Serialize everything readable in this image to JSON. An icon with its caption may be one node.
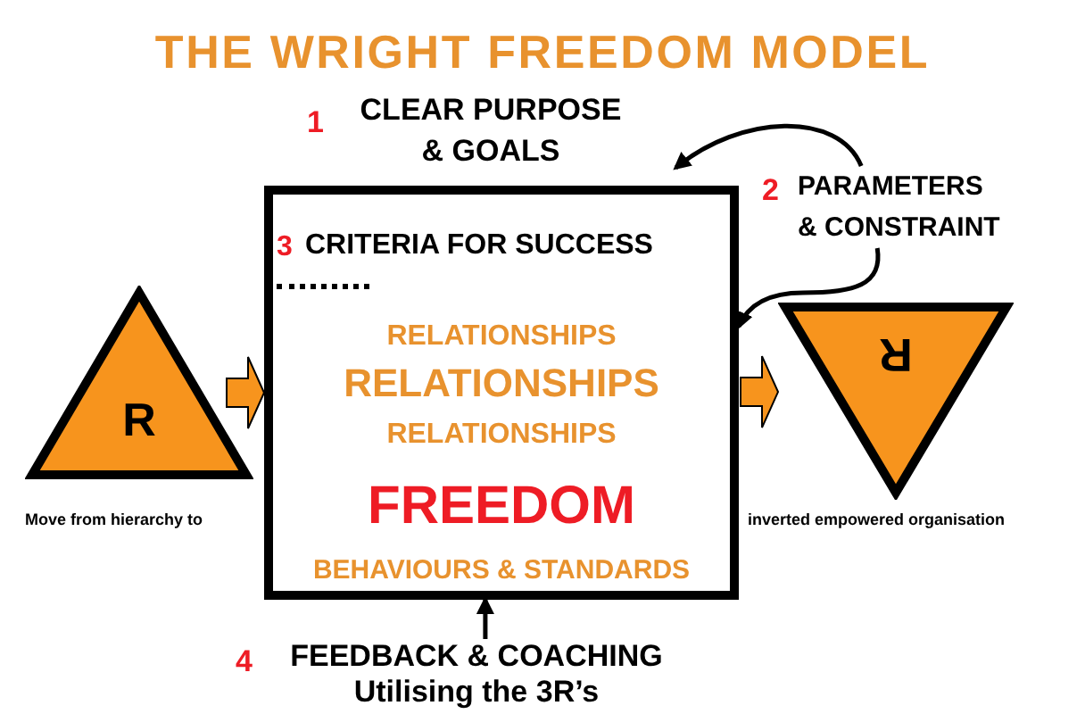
{
  "diagram": {
    "title": "THE WRIGHT FREEDOM MODEL",
    "nodes": [
      {
        "text": [
          "1",
          "CLEAR PURPOSE & GOALS"
        ]
      },
      {
        "text": [
          "2",
          "PARAMETERS & CONSTRAINT"
        ]
      },
      {
        "text": [
          "3",
          "CRITERIA FOR SUCCESS",
          "RELATIONSHIPS",
          "RELATIONSHIPS",
          "RELATIONSHIPS",
          "FREEDOM",
          "BEHAVIOURS & STANDARDS"
        ]
      },
      {
        "text": [
          "R"
        ]
      },
      {
        "text": [
          "R"
        ]
      },
      {
        "text": [
          "4",
          "FEEDBACK & COACHING Utilising the 3R’s"
        ]
      }
    ],
    "edges": [
      {
        "from": 3,
        "to": 2,
        "arrow": "to",
        "style": "thick",
        "color": "#f7941d"
      },
      {
        "from": 2,
        "to": 4,
        "arrow": "to",
        "style": "thick",
        "color": "#f7941d"
      },
      {
        "from": 1,
        "to": 0,
        "arrow": "to"
      },
      {
        "from": 1,
        "to": 2,
        "arrow": "to"
      },
      {
        "from": 5,
        "to": 2,
        "arrow": "to"
      }
    ],
    "labels": [
      "Move from hierarchy to",
      "inverted empowered organisation"
    ]
  }
}
